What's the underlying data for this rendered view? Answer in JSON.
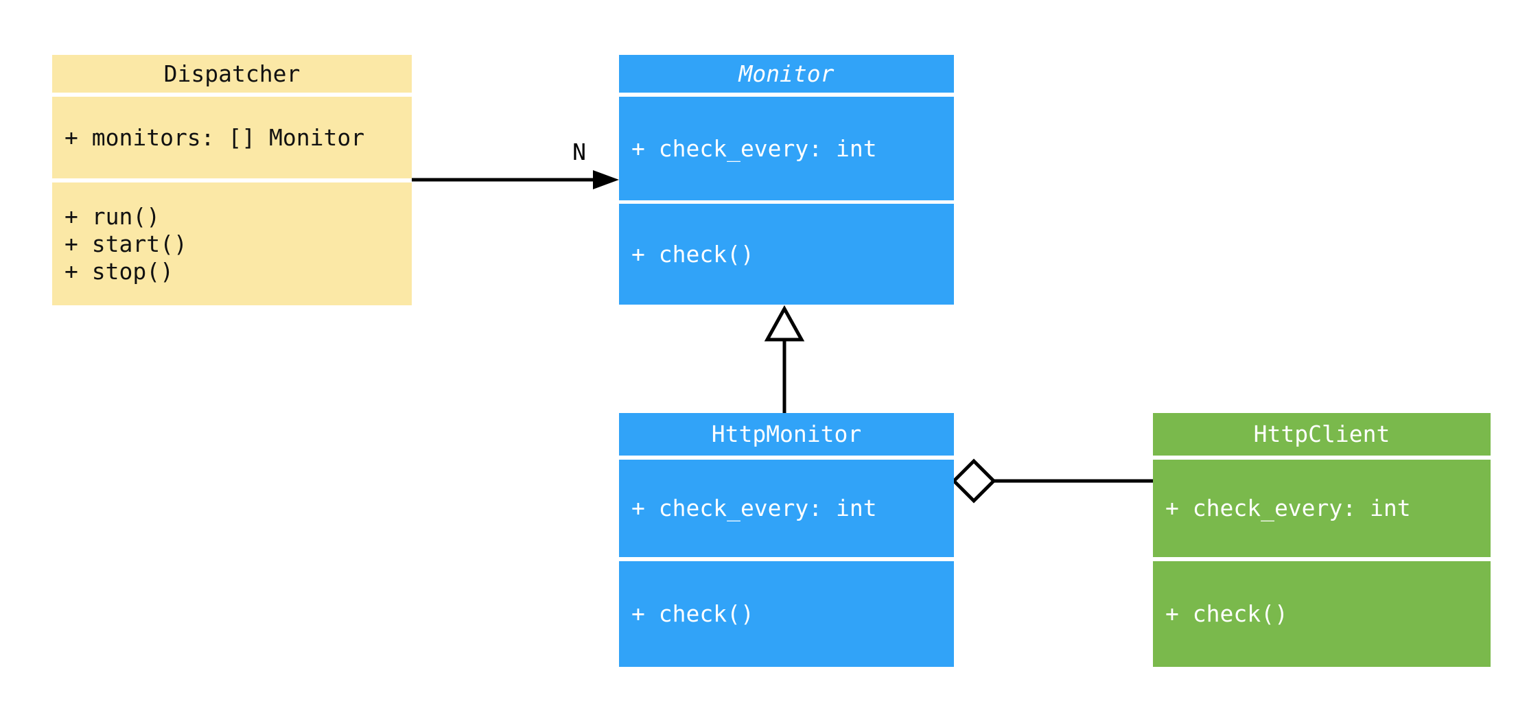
{
  "diagram": {
    "background": "#ffffff",
    "edge_color": "#000000",
    "classes": [
      {
        "name": "Dispatcher",
        "fill": "#fbe8a6",
        "text_color": "#111111",
        "abstract": false,
        "attributes": [
          "+ monitors: [] Monitor"
        ],
        "methods": [
          "+ run()",
          "+ start()",
          "+ stop()"
        ]
      },
      {
        "name": "Monitor",
        "fill": "#31a3f8",
        "text_color": "#ffffff",
        "abstract": true,
        "attributes": [
          "+ check_every: int"
        ],
        "methods": [
          "+ check()"
        ]
      },
      {
        "name": "HttpMonitor",
        "fill": "#31a3f8",
        "text_color": "#ffffff",
        "abstract": false,
        "attributes": [
          "+ check_every: int"
        ],
        "methods": [
          "+ check()"
        ]
      },
      {
        "name": "HttpClient",
        "fill": "#7ab94c",
        "text_color": "#ffffff",
        "abstract": false,
        "attributes": [
          "+ check_every: int"
        ],
        "methods": [
          "+ check()"
        ]
      }
    ],
    "relations": [
      {
        "type": "association",
        "from": "Dispatcher",
        "to": "Monitor",
        "label": "N",
        "arrow": "solid-arrowhead"
      },
      {
        "type": "inheritance",
        "from": "HttpMonitor",
        "to": "Monitor",
        "label": "",
        "arrow": "hollow-triangle"
      },
      {
        "type": "aggregation",
        "from": "HttpMonitor",
        "to": "HttpClient",
        "label": "",
        "arrow": "hollow-diamond"
      }
    ]
  }
}
